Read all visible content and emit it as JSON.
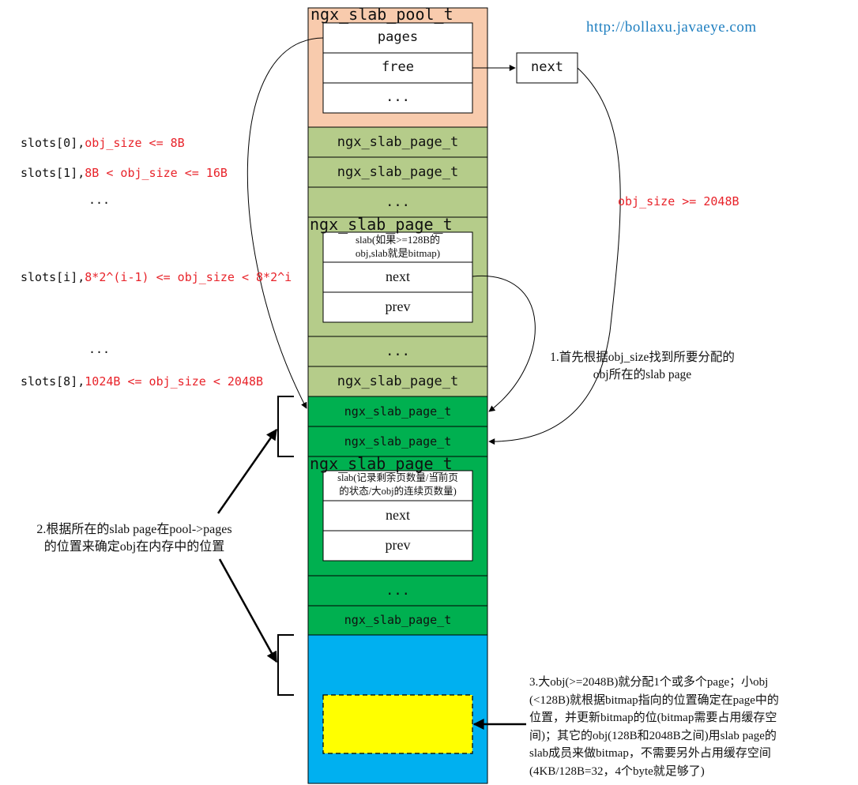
{
  "source_url": "http://bollaxu.javaeye.com",
  "pool": {
    "title": "ngx_slab_pool_t",
    "fields": [
      "pages",
      "free",
      "..."
    ],
    "free_target": "next"
  },
  "slots": {
    "slot0_prefix": "slots[0],",
    "slot0_cond": "obj_size <= 8B",
    "slot1_prefix": "slots[1],",
    "slot1_cond": "8B < obj_size <= 16B",
    "ellipsis_a": "...",
    "sloti_prefix": "slots[i],",
    "sloti_cond": "8*2^(i-1) <= obj_size < 8*2^i",
    "ellipsis_b": "...",
    "slot8_prefix": "slots[8],",
    "slot8_cond": "1024B <= obj_size < 2048B"
  },
  "slots_pages": {
    "row1": "ngx_slab_page_t",
    "row2": "ngx_slab_page_t",
    "row3": "...",
    "detail_title": "ngx_slab_page_t",
    "detail_slab_line1": "slab(如果>=128B的",
    "detail_slab_line2": "obj,slab就是bitmap)",
    "detail_next": "next",
    "detail_prev": "prev",
    "row_after": "...",
    "row_last": "ngx_slab_page_t"
  },
  "pool_pages": {
    "row1": "ngx_slab_page_t",
    "row2": "ngx_slab_page_t",
    "detail_title": "ngx_slab_page_t",
    "detail_slab_line1": "slab(记录剩余页数量/当前页",
    "detail_slab_line2": "的状态/大obj的连续页数量)",
    "detail_next": "next",
    "detail_prev": "prev",
    "row_after": "...",
    "row_last": "ngx_slab_page_t"
  },
  "annotations": {
    "large_obj": "obj_size >= 2048B",
    "step1_line1": "1.首先根据obj_size找到所要分配的",
    "step1_line2": "obj所在的slab page",
    "step2_line1": "2.根据所在的slab page在pool->pages",
    "step2_line2": "的位置来确定obj在内存中的位置",
    "step3_line1": "3.大obj(>=2048B)就分配1个或多个page；小obj",
    "step3_line2": "(<128B)就根据bitmap指向的位置确定在page中的",
    "step3_line3": "位置，并更新bitmap的位(bitmap需要占用缓存空",
    "step3_line4": "间)；其它的obj(128B和2048B之间)用slab page的",
    "step3_line5": "slab成员来做bitmap，不需要另外占用缓存空间",
    "step3_line6": "(4KB/128B=32，4个byte就足够了)"
  },
  "colors": {
    "pool_fill": "#f8cbad",
    "slots_fill": "#b5cc8a",
    "pages_fill": "#00b050",
    "memory_fill": "#00b0f0",
    "obj_fill": "#ffff00",
    "url": "#1f7fc0",
    "condition_text": "#e8232a"
  }
}
